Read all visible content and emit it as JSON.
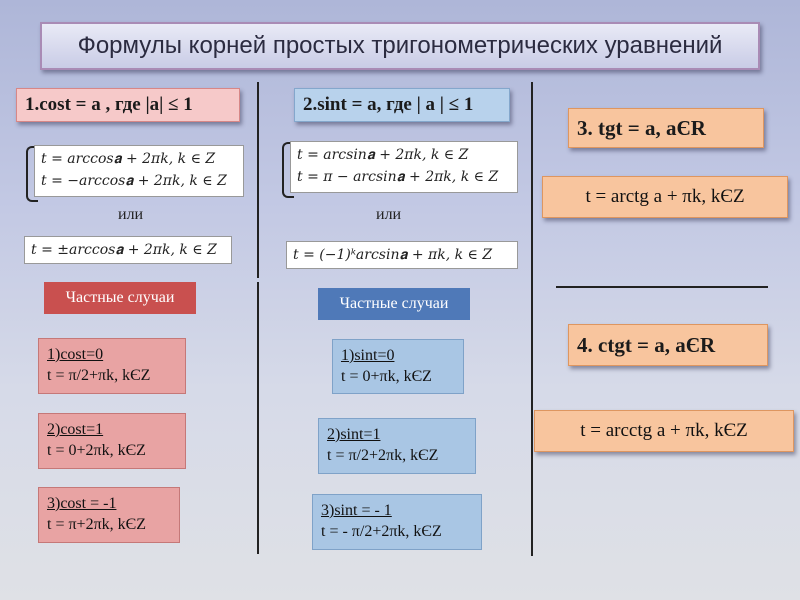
{
  "title": "Формулы корней простых тригонометрических уравнений",
  "col1": {
    "header": "1.cost = a ,  где |a| ≤ 1",
    "formula_line1": "t = arccos𝐚 + 2πk, k ∈ Z",
    "formula_line2": "t = −arccos𝐚 + 2πk, k ∈ Z",
    "or": "или",
    "formula_combined": "t = ±arccos𝐚 + 2πk, k ∈ Z",
    "cases_label": "Частные случаи",
    "case1_title": "1)cost=0",
    "case1_value": "t = π/2+πk, kЄZ",
    "case2_title": "2)cost=1",
    "case2_value": "t = 0+2πk, kЄZ",
    "case3_title": "3)cost = -1",
    "case3_value": "t = π+2πk, kЄZ"
  },
  "col2": {
    "header": "2.sint = a,  где | a | ≤ 1",
    "formula_line1": "t = arcsin𝐚 + 2πk, k ∈ Z",
    "formula_line2": "t = π − arcsin𝐚 + 2πk, k ∈ Z",
    "or": "или",
    "formula_combined": "t = (−1)ᵏarcsin𝐚 + πk, k ∈ Z",
    "cases_label": "Частные случаи",
    "case1_title": "1)sint=0",
    "case1_value": "t = 0+πk, kЄZ",
    "case2_title": "2)sint=1",
    "case2_value": "t = π/2+2πk, kЄZ",
    "case3_title": "3)sint = - 1",
    "case3_value": "t = - π/2+2πk, kЄZ"
  },
  "col3": {
    "tg_header": "3. tgt = a,  aЄR",
    "tg_formula": "t = arctg a + πk, kЄZ",
    "ctg_header": "4. ctgt = a,  aЄR",
    "ctg_formula": "t = arcctg a + πk, kЄZ"
  }
}
